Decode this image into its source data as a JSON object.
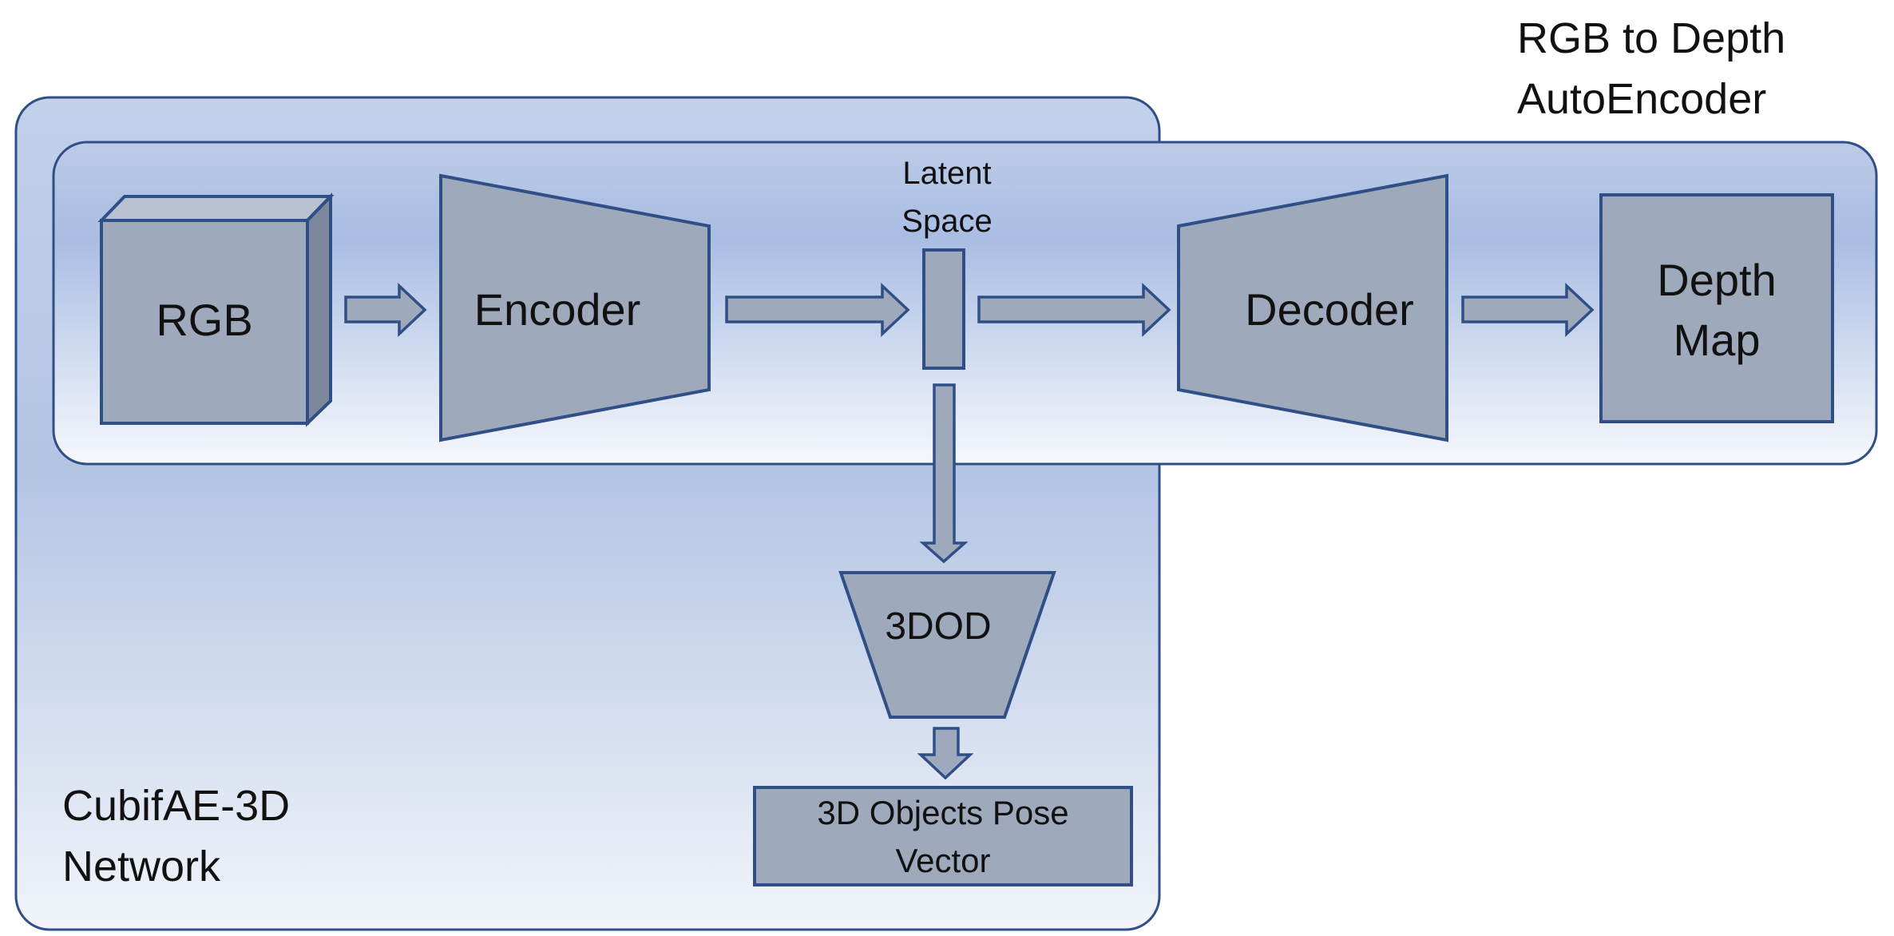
{
  "groups": {
    "outer_label_line1": "CubifAE-3D",
    "outer_label_line2": "Network",
    "inner_label_line1": "RGB to Depth",
    "inner_label_line2": "AutoEncoder"
  },
  "blocks": {
    "rgb": "RGB",
    "encoder": "Encoder",
    "latent_line1": "Latent",
    "latent_line2": "Space",
    "decoder": "Decoder",
    "depth_line1": "Depth",
    "depth_line2": "Map",
    "threedod": "3DOD",
    "pose_line1": "3D Objects Pose",
    "pose_line2": "Vector"
  },
  "colors": {
    "block_fill": "#9eaabc",
    "block_stroke": "#2f4f86",
    "panel_gradient_top": "#b7c8e6",
    "panel_gradient_bottom": "#f2f5fb"
  }
}
